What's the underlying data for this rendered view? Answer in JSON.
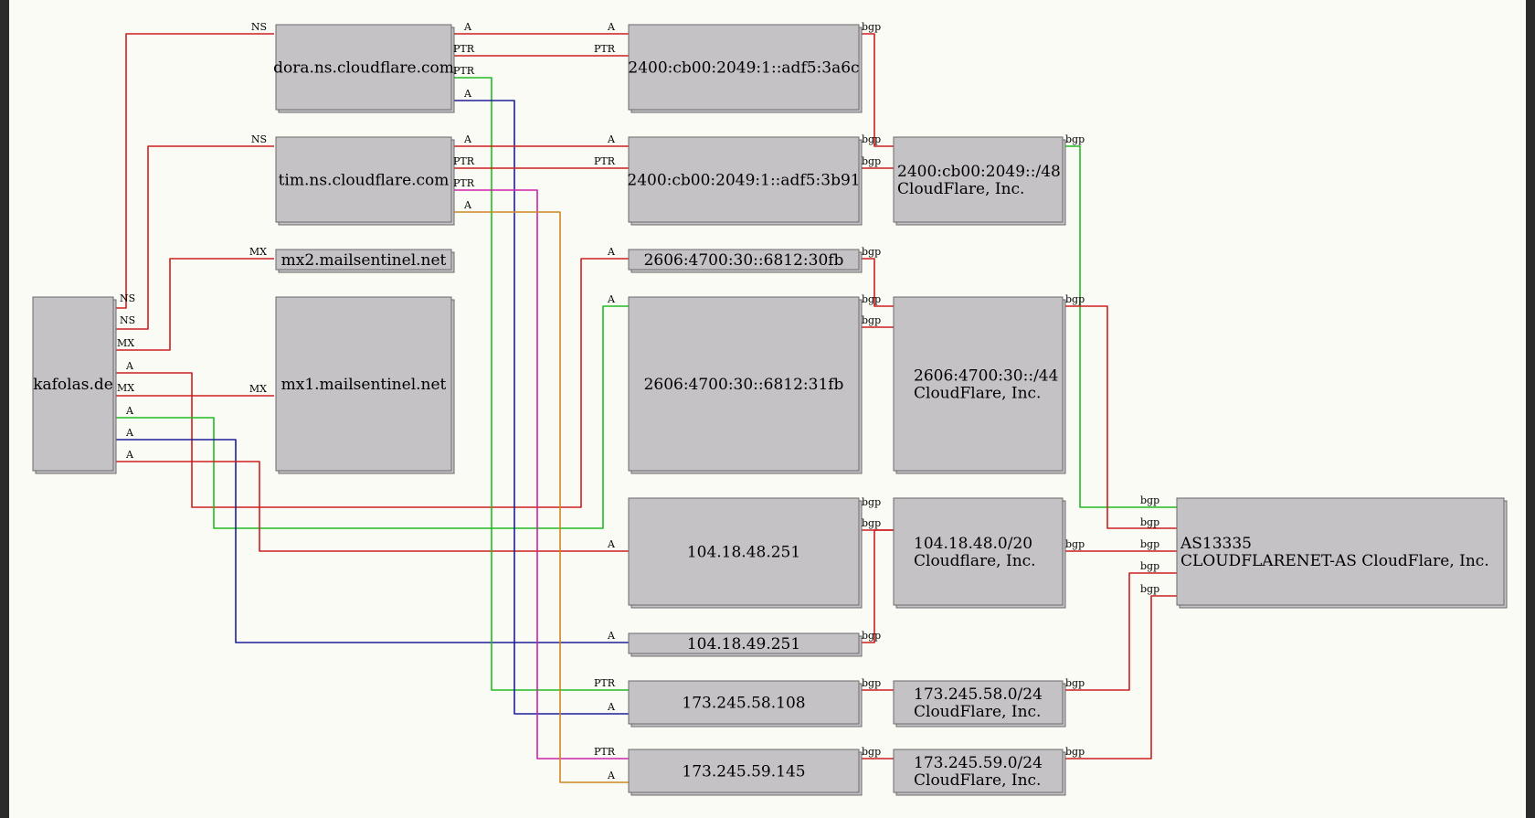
{
  "colors": {
    "red": "#cc1f1f",
    "green": "#22bb22",
    "blue": "#1f1f99",
    "magenta": "#cc22aa",
    "orange": "#cc8822",
    "node_fill": "#c5c2c6",
    "background": "#fbfbf6"
  },
  "nodes": {
    "kafolas": "kafolas.de",
    "dora": "dora.ns.cloudflare.com",
    "tim": "tim.ns.cloudflare.com",
    "mx2": "mx2.mailsentinel.net",
    "mx1": "mx1.mailsentinel.net",
    "ip6a": "2400:cb00:2049:1::adf5:3a6c",
    "ip6b": "2400:cb00:2049:1::adf5:3b91",
    "ip6c": "2606:4700:30::6812:30fb",
    "ip6d": "2606:4700:30::6812:31fb",
    "ip4a": "104.18.48.251",
    "ip4b": "104.18.49.251",
    "ip4c": "173.245.58.108",
    "ip4d": "173.245.59.145",
    "net6a": [
      "2400:cb00:2049::/48",
      "CloudFlare, Inc."
    ],
    "net6b": [
      "2606:4700:30::/44",
      "CloudFlare, Inc."
    ],
    "net4a": [
      "104.18.48.0/20",
      "Cloudflare, Inc."
    ],
    "net4b": [
      "173.245.58.0/24",
      "CloudFlare, Inc."
    ],
    "net4c": [
      "173.245.59.0/24",
      "CloudFlare, Inc."
    ],
    "asn": [
      "AS13335",
      "CLOUDFLARENET-AS CloudFlare, Inc."
    ]
  },
  "edge_labels": {
    "ns": "NS",
    "mx": "MX",
    "a": "A",
    "ptr": "PTR",
    "bgp": "bgp"
  }
}
